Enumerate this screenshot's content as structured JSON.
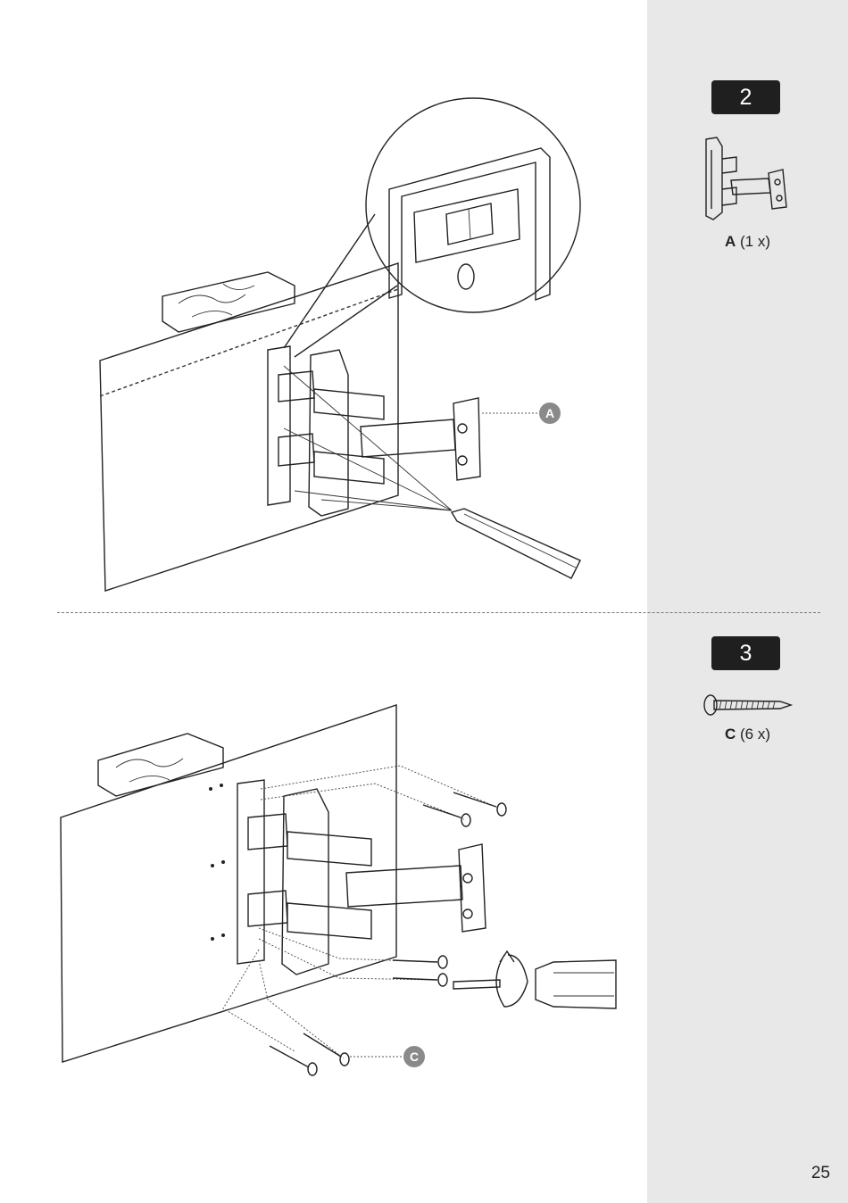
{
  "steps": [
    {
      "number": "2",
      "part_letter": "A",
      "part_qty": "(1 x)",
      "callout": "A"
    },
    {
      "number": "3",
      "part_letter": "C",
      "part_qty": "(6 x)",
      "callout": "C"
    }
  ],
  "page_number": "25",
  "colors": {
    "sidebar": "#e8e8e8",
    "badge": "#1f1f1f",
    "callout": "#8a8a8a"
  },
  "icons": [
    "wall-mount-bracket-icon",
    "screw-icon",
    "spirit-level-icon",
    "pencil-icon",
    "screwdriver-icon",
    "rotation-arrow-icon",
    "wood-stud-icon"
  ]
}
